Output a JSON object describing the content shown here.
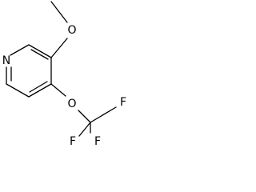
{
  "molecule": {
    "atoms": {
      "nitrogen": "N",
      "methoxy_oxygen": "O",
      "ether_oxygen": "O",
      "fluorine_right": "F",
      "fluorine_left": "F",
      "fluorine_bottom": "F"
    },
    "colors": {
      "bond": "#000000",
      "label": "#000000",
      "background": "#ffffff"
    }
  }
}
